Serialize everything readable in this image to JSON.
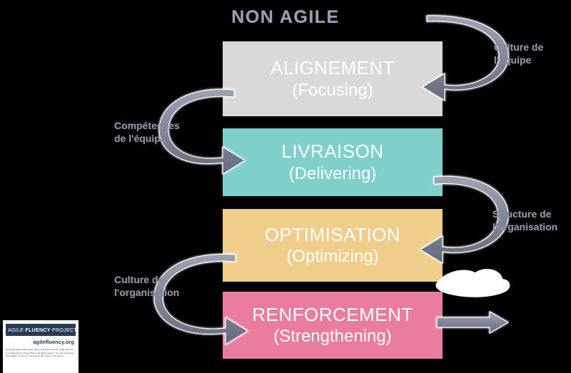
{
  "diagram": {
    "title": "NON AGILE",
    "title_color": "#9aa0b0",
    "background_color": "#000000"
  },
  "zones": [
    {
      "id": "alignement",
      "name_fr": "ALIGNEMENT",
      "name_en": "(Focusing)",
      "color": "#d9d9d9",
      "text_color": "#ffffff"
    },
    {
      "id": "livraison",
      "name_fr": "LIVRAISON",
      "name_en": "(Delivering)",
      "color": "#7fd0cb",
      "text_color": "#ffffff"
    },
    {
      "id": "optimisation",
      "name_fr": "OPTIMISATION",
      "name_en": "(Optimizing)",
      "color": "#efce8c",
      "text_color": "#ffffff"
    },
    {
      "id": "renforcement",
      "name_fr": "RENFORCEMENT",
      "name_en": "(Strengthening)",
      "color": "#ea7d9e",
      "text_color": "#ffffff"
    }
  ],
  "investment_labels": {
    "culture_equipe": "Culture de\nl'équipe",
    "competences_equipe": "Compétences\nde l'équipe",
    "structure_organisation": "Structure de\nl'organisation",
    "culture_organisation": "Culture de\nl'organisation"
  },
  "arrow_color": "#7e8496",
  "logo": {
    "title_part1": "AGILE ",
    "title_part2": "FLUENCY",
    "title_part3": " PROJECT",
    "url": "agilefluency.org",
    "copyright": "Copyright 2012-2018 James Shore and Diana Larsen. \"Agile Fluency\" is a trademark of James Shore and Diana Larsen. You may reproduce this diagram in any form so long as this notice is preserved."
  }
}
